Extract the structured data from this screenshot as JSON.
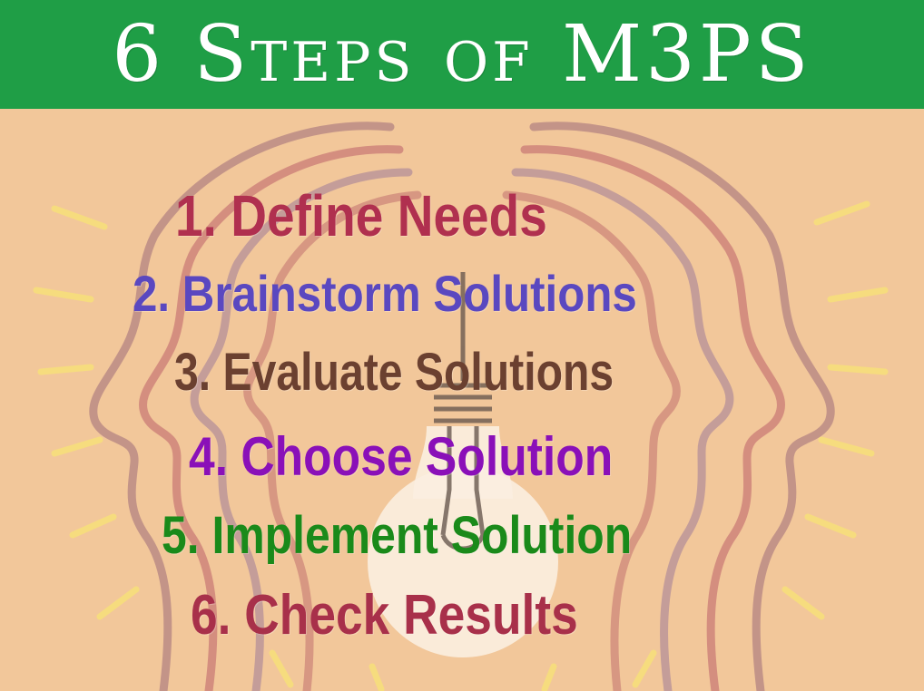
{
  "header": {
    "title": "6 Steps of M3PS"
  },
  "steps": [
    {
      "label": "1. Define Needs",
      "color": "#b0304f"
    },
    {
      "label": "2. Brainstorm Solutions",
      "color": "#5a48c0"
    },
    {
      "label": "3. Evaluate Solutions",
      "color": "#6b4030"
    },
    {
      "label": "4. Choose Solution",
      "color": "#8a10b8"
    },
    {
      "label": "5. Implement Solution",
      "color": "#1a8a1a"
    },
    {
      "label": "6. Check Results",
      "color": "#a8304a"
    }
  ],
  "colors": {
    "background": "#f2c79a",
    "banner": "#1f9e46",
    "banner_text": "#ffffff"
  },
  "illustration": {
    "icon": "head-profiles-lightbulb-icon"
  }
}
